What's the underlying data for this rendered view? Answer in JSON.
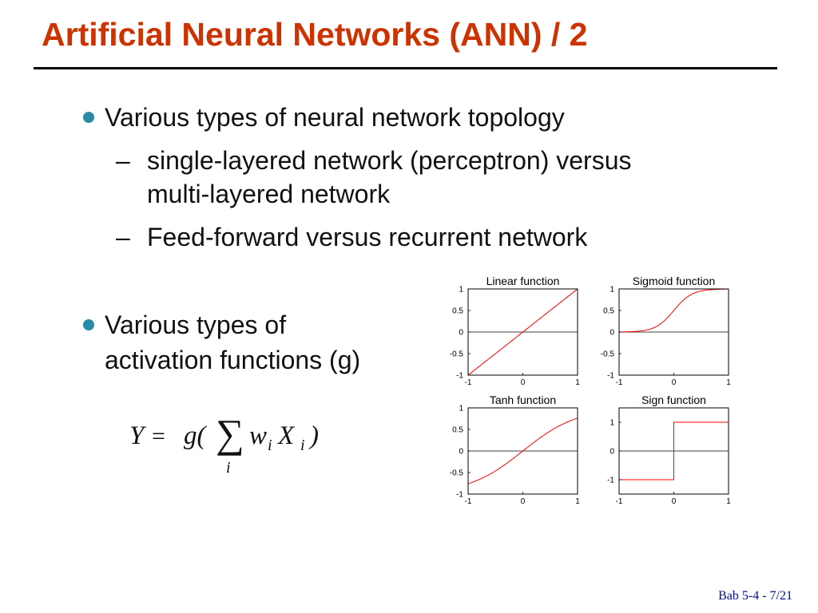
{
  "slide": {
    "title": "Artificial Neural Networks (ANN) / 2",
    "bullets": [
      {
        "text": "Various types of neural network topology",
        "subitems": [
          {
            "line1": "single-layered network (perceptron) versus",
            "line2": "multi-layered network"
          },
          {
            "line1": "Feed-forward versus recurrent network"
          }
        ]
      },
      {
        "line1": "Various types of",
        "line2": "activation functions (g)"
      }
    ],
    "formula": {
      "lhs": "Y",
      "eq": "=",
      "func": "g(",
      "sum": "∑",
      "sub": "i",
      "w": "w",
      "wi": "i",
      "x": "X",
      "xi": "i",
      "close": ")"
    },
    "footer": "Bab 5-4 - 7/21"
  },
  "chart_data": [
    {
      "type": "line",
      "title": "Linear function",
      "function": "linear",
      "xlim": [
        -1,
        1
      ],
      "ylim": [
        -1,
        1
      ],
      "xticks": [
        "-1",
        "0",
        "1"
      ],
      "yticks": [
        "1",
        "0.5",
        "0",
        "-0.5",
        "-1"
      ],
      "series": [
        {
          "x": [
            -1,
            -0.5,
            0,
            0.5,
            1
          ],
          "y": [
            -1,
            -0.5,
            0,
            0.5,
            1
          ]
        }
      ],
      "color": "#ff0000"
    },
    {
      "type": "line",
      "title": "Sigmoid function",
      "function": "sigmoid",
      "xlim": [
        -1,
        1
      ],
      "ylim": [
        -1,
        1
      ],
      "xticks": [
        "-1",
        "0",
        "1"
      ],
      "yticks": [
        "1",
        "0.5",
        "0",
        "-0.5",
        "-1"
      ],
      "series": [
        {
          "x": [
            -1,
            -0.5,
            0,
            0.5,
            1
          ],
          "y": [
            0.01,
            0.12,
            0.5,
            0.88,
            0.99
          ]
        }
      ],
      "color": "#ff0000"
    },
    {
      "type": "line",
      "title": "Tanh function",
      "function": "tanh",
      "xlim": [
        -1,
        1
      ],
      "ylim": [
        -1,
        1
      ],
      "xticks": [
        "-1",
        "0",
        "1"
      ],
      "yticks": [
        "1",
        "0.5",
        "0",
        "-0.5",
        "-1"
      ],
      "series": [
        {
          "x": [
            -1,
            -0.5,
            0,
            0.5,
            1
          ],
          "y": [
            -0.76,
            -0.46,
            0,
            0.46,
            0.76
          ]
        }
      ],
      "color": "#ff0000"
    },
    {
      "type": "line",
      "title": "Sign function",
      "function": "sign",
      "xlim": [
        -1,
        1
      ],
      "ylim": [
        -1.5,
        1.5
      ],
      "xticks": [
        "-1",
        "0",
        "1"
      ],
      "yticks": [
        "1",
        "0",
        "-1"
      ],
      "series": [
        {
          "x": [
            -1,
            0,
            0,
            1
          ],
          "y": [
            -1,
            -1,
            1,
            1
          ]
        }
      ],
      "color": "#ff0000"
    }
  ]
}
